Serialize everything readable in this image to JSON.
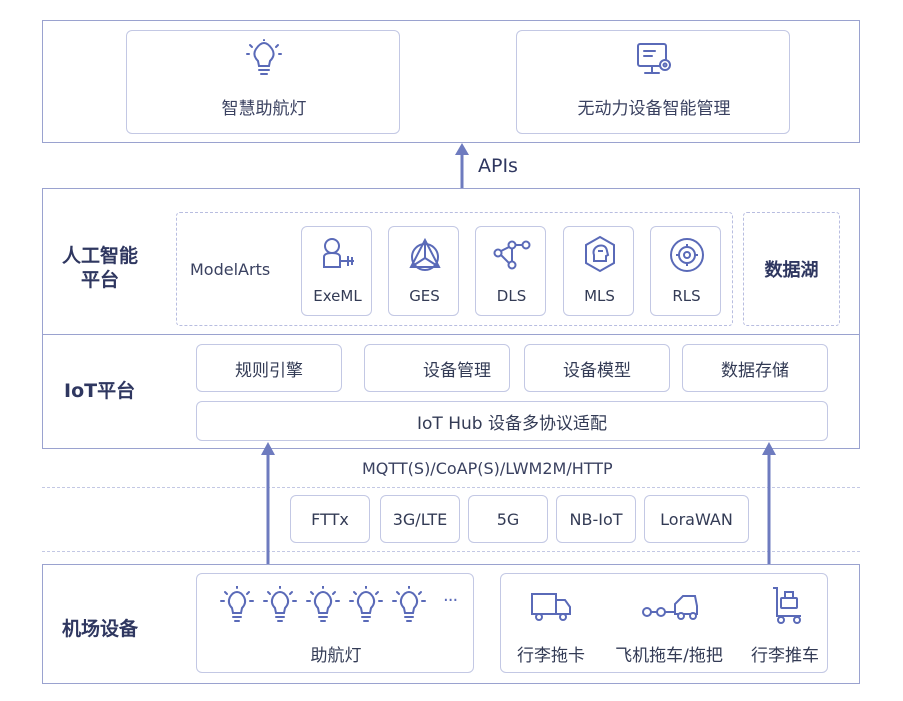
{
  "apps": {
    "left": "智慧助航灯",
    "right": "无动力设备智能管理"
  },
  "apis_label": "APIs",
  "ai_platform": {
    "title": "人工智能\n平台",
    "modelarts": "ModelArts",
    "services": [
      "ExeML",
      "GES",
      "DLS",
      "MLS",
      "RLS"
    ],
    "data_lake": "数据湖"
  },
  "iot_platform": {
    "title": "IoT平台",
    "modules": [
      "规则引擎",
      "设备管理",
      "设备模型",
      "数据存储"
    ],
    "hub": "IoT Hub 设备多协议适配"
  },
  "protocols": "MQTT(S)/CoAP(S)/LWM2M/HTTP",
  "networks": [
    "FTTx",
    "3G/LTE",
    "5G",
    "NB-IoT",
    "LoraWAN"
  ],
  "airport": {
    "title": "机场设备",
    "lights_label": "助航灯",
    "lights_ellipsis": "···",
    "vehicles": [
      "行李拖卡",
      "飞机拖车/拖把",
      "行李推车"
    ]
  },
  "colors": {
    "border": "#9aa2cf",
    "accent": "#5a6ab8",
    "arrow": "#6e7bbf"
  }
}
